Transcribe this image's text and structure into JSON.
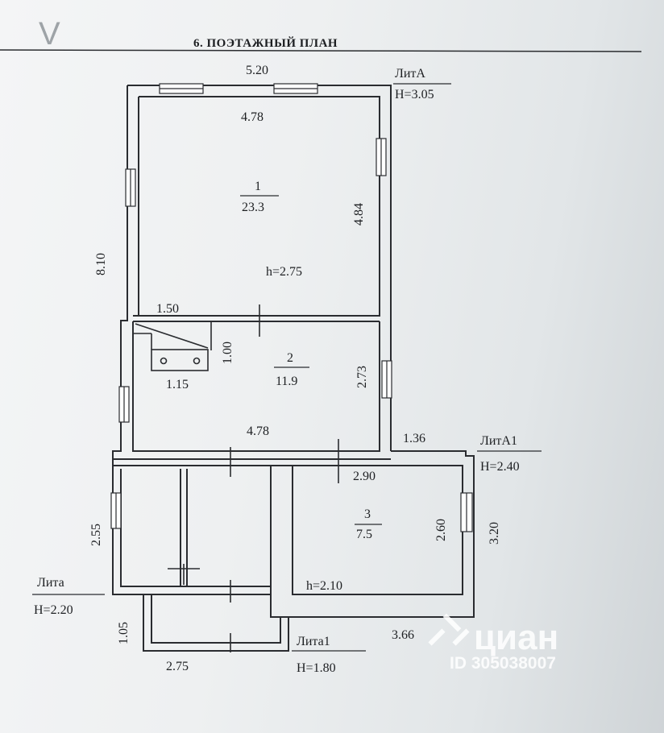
{
  "title": "6. ПОЭТАЖНЫЙ ПЛАН",
  "check_mark": "V",
  "literas": {
    "A": {
      "name": "ЛитА",
      "height": "H=3.05"
    },
    "A1": {
      "name": "ЛитА1",
      "height": "H=2.40"
    },
    "a": {
      "name": "Лита",
      "height": "H=2.20"
    },
    "a1": {
      "name": "Лита1",
      "height": "H=1.80"
    }
  },
  "rooms": [
    {
      "number": "1",
      "area": "23.3"
    },
    {
      "number": "2",
      "area": "11.9"
    },
    {
      "number": "3",
      "area": "7.5"
    }
  ],
  "ceiling_heights": {
    "main": "h=2.75",
    "annex": "h=2.10"
  },
  "dimensions": {
    "top_outer": "5.20",
    "top_inner": "4.78",
    "room1_height": "4.84",
    "left_total": "8.10",
    "stair_width": "1.50",
    "stair_depth": "1.00",
    "stove_width": "1.15",
    "room2_height": "2.73",
    "room2_width": "4.78",
    "annex_offset": "1.36",
    "annex_inner_width": "2.90",
    "room3_height": "2.60",
    "annex_outer_height": "3.20",
    "veranda_height": "2.55",
    "porch_height": "1.05",
    "porch_width": "2.75",
    "annex_outer_width": "3.66"
  },
  "watermark": {
    "brand": "циан",
    "id": "ID 305038007"
  }
}
